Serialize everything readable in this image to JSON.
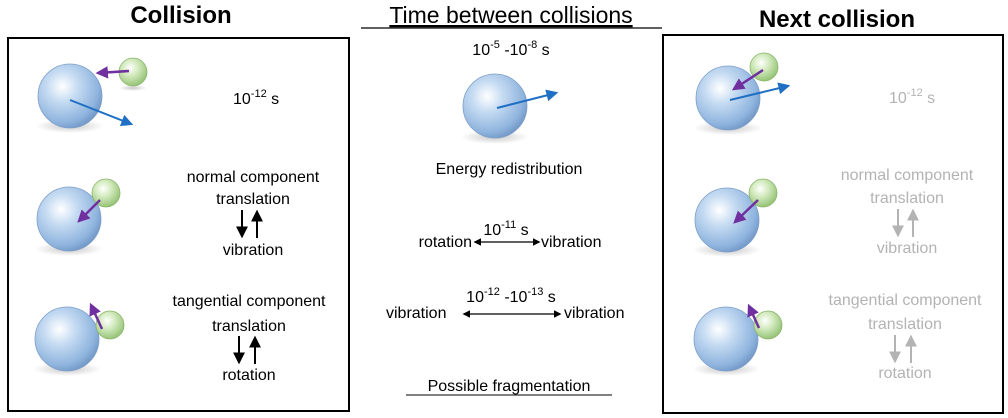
{
  "headings": {
    "collision": "Collision",
    "time_between": "Time between collisions",
    "next_collision": "Next collision"
  },
  "collision_panel": {
    "time_base": "10",
    "time_exp": "-12",
    "time_unit": " s",
    "normal_component": "normal component",
    "normal_translation": "translation",
    "normal_vibration": "vibration",
    "tangential_component": "tangential component",
    "tangential_translation": "translation",
    "tangential_rotation": "rotation"
  },
  "middle_panel": {
    "time_a_base": "10",
    "time_a_exp": "-5",
    "time_a_sep": " -10",
    "time_a_exp2": "-8",
    "time_a_unit": " s",
    "energy_redistribution": "Energy redistribution",
    "rot_vib_left": "rotation",
    "rot_vib_right": "vibration",
    "rot_vib_time_base": "10",
    "rot_vib_time_exp": "-11",
    "rot_vib_time_unit": " s",
    "vib_vib_left": "vibration",
    "vib_vib_right": "vibration",
    "vib_vib_time_base": "10",
    "vib_vib_time_exp": "-12",
    "vib_vib_time_sep": " -10",
    "vib_vib_time_exp2": "-13",
    "vib_vib_time_unit": " s",
    "fragmentation": "Possible fragmentation"
  },
  "next_panel": {
    "time_base": "10",
    "time_exp": "-12",
    "time_unit": " s",
    "normal_component": "normal component",
    "normal_translation": "translation",
    "normal_vibration": "vibration",
    "tangential_component": "tangential component",
    "tangential_translation": "translation",
    "tangential_rotation": "rotation"
  },
  "colors": {
    "big_sphere": "#a9c8ea",
    "small_sphere": "#bfe0a6",
    "velocity_arrow": "#1f6fc5",
    "impact_arrow": "#7030a0",
    "faded_text": "#b3b3b3"
  }
}
